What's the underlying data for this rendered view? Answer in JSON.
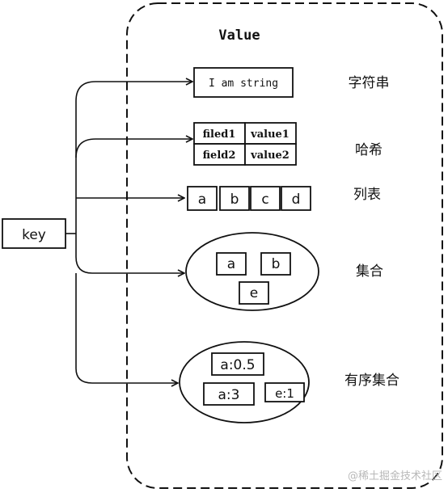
{
  "value_box": {
    "title": "Value"
  },
  "key": {
    "label": "key"
  },
  "string_type": {
    "value": "I am string",
    "label": "字符串"
  },
  "hash_type": {
    "cells": [
      "filed1",
      "value1",
      "field2",
      "value2"
    ],
    "label": "哈希"
  },
  "list_type": {
    "items": [
      "a",
      "b",
      "c",
      "d"
    ],
    "label": "列表"
  },
  "set_type": {
    "members": [
      "a",
      "b",
      "e"
    ],
    "label": "集合"
  },
  "zset_type": {
    "members": [
      "a:0.5",
      "a:3",
      "e:1"
    ],
    "label": "有序集合"
  },
  "watermark": "@稀土掘金技术社区"
}
